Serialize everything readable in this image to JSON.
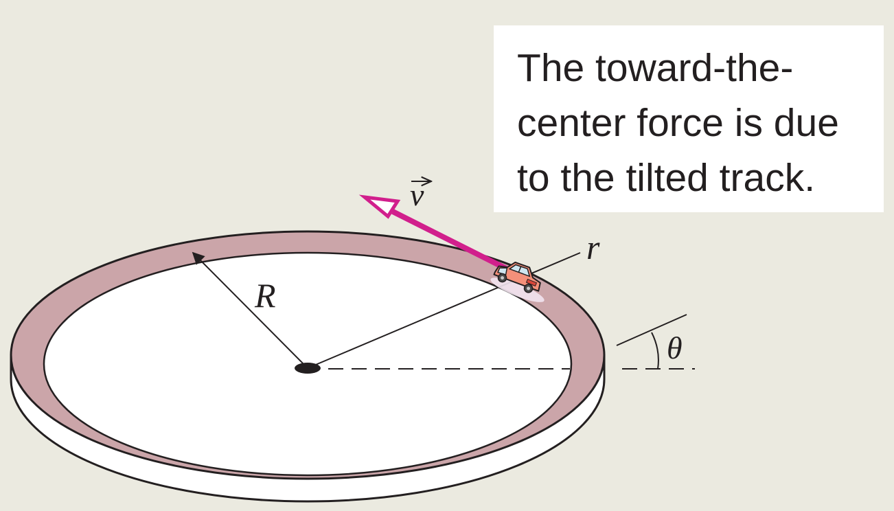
{
  "callout": {
    "lines": [
      "The toward-the-",
      "center force is due",
      "to the tilted track."
    ]
  },
  "labels": {
    "velocity": "v",
    "radius_outer": "R",
    "radius_inner": "r",
    "angle": "θ"
  },
  "colors": {
    "background": "#ebeae0",
    "track": "#cba5a9",
    "velocity_arrow": "#d11f8c",
    "car": "#f4907a",
    "ink": "#231f20"
  }
}
